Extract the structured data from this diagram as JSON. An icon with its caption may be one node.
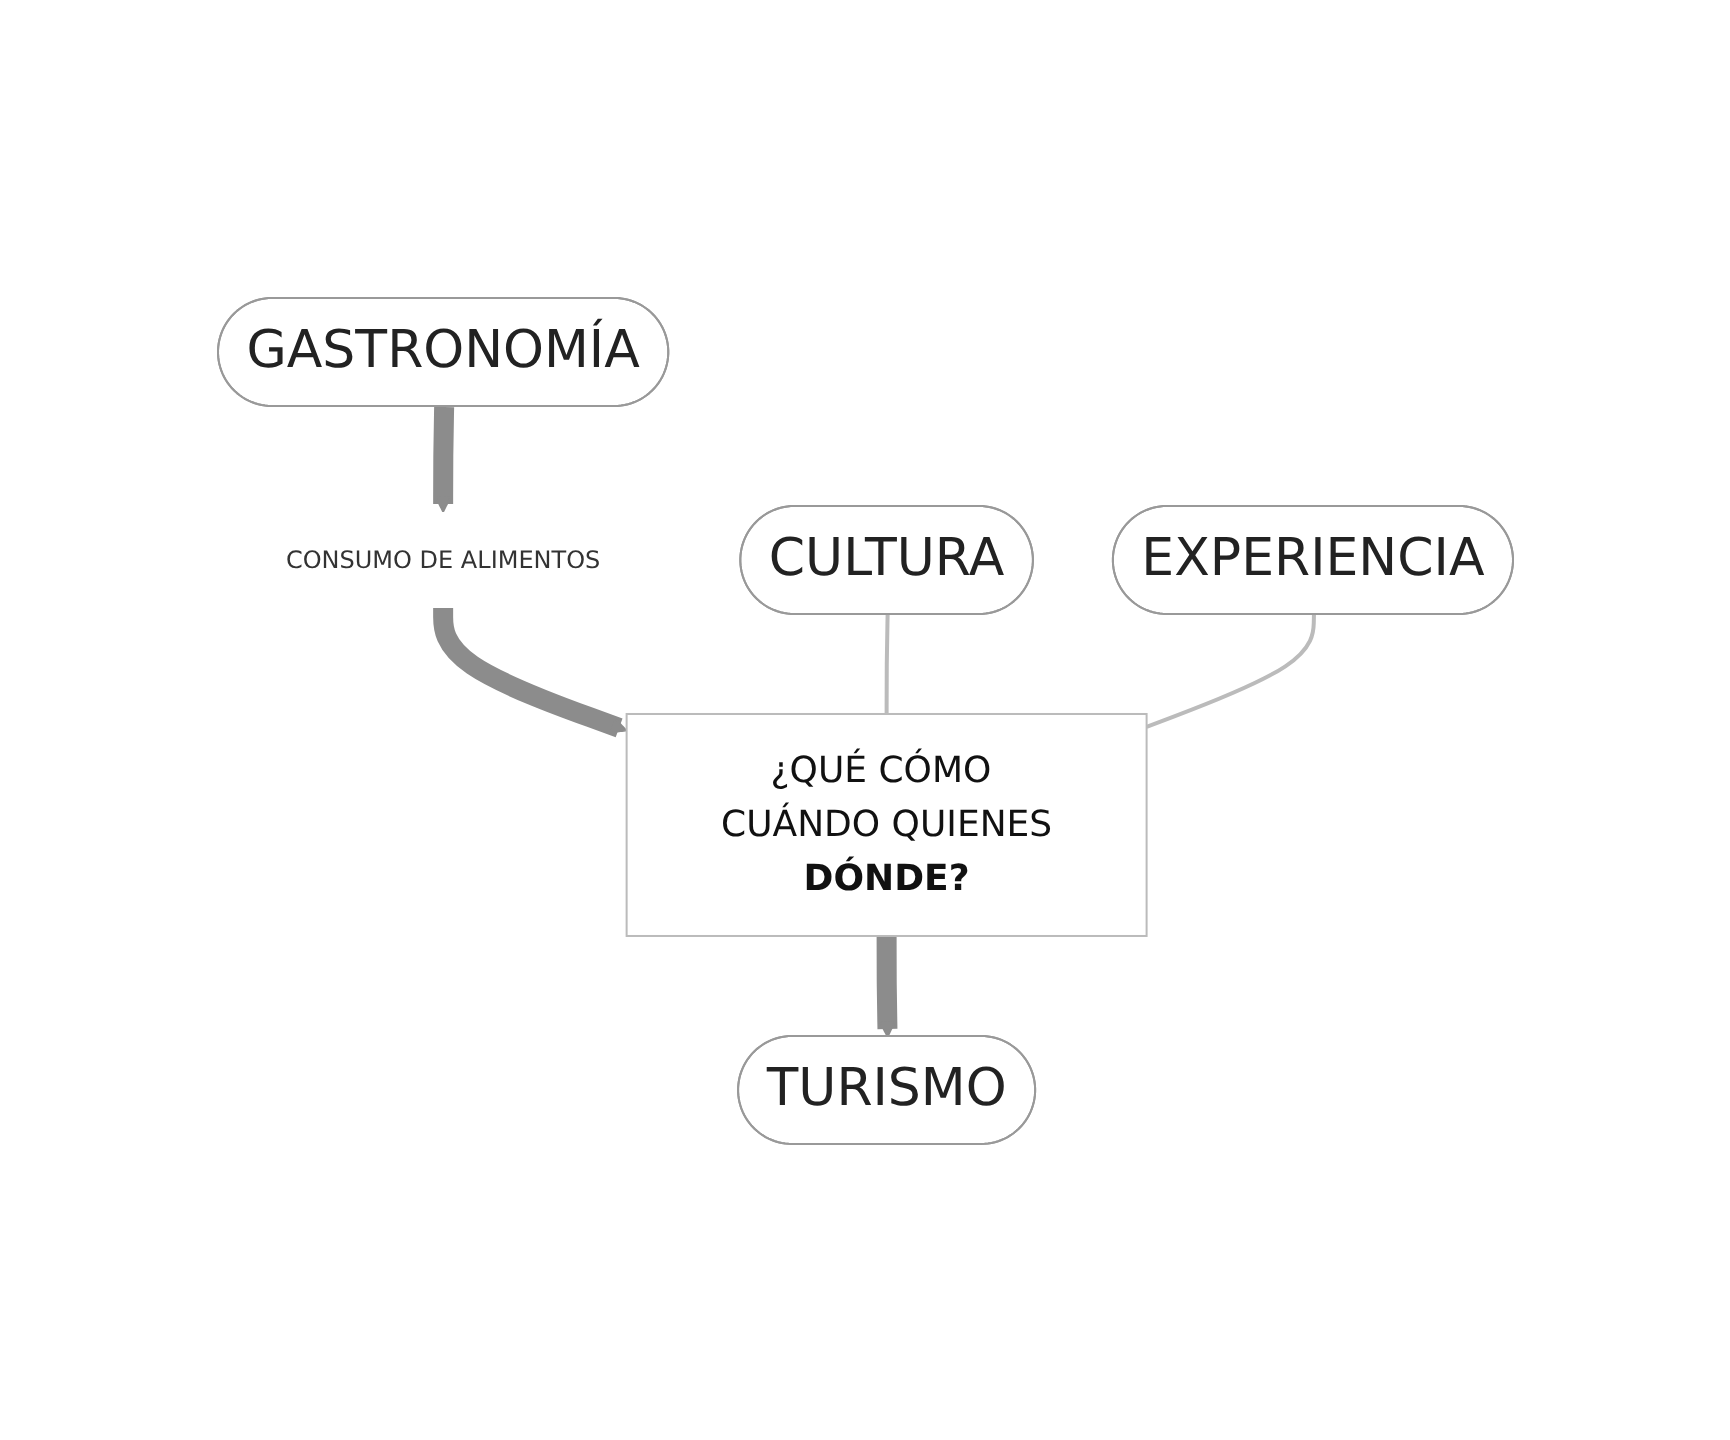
{
  "diagram": {
    "nodes": [
      {
        "text": [
          "GASTRONOMÍA"
        ]
      },
      {
        "text": [
          "CONSUMO DE ALIMENTOS"
        ]
      },
      {
        "text": [
          "CULTURA"
        ]
      },
      {
        "text": [
          "¿QUÉ CÓMO CUÁNDO QUIENES",
          "DÓNDE?"
        ]
      },
      {
        "text": [
          "EXPERIENCIA"
        ]
      },
      {
        "text": [
          "TURISMO"
        ]
      }
    ],
    "edges": [
      {
        "from": 0,
        "to": 1,
        "arrow": "to"
      },
      {
        "from": 1,
        "to": 3,
        "arrow": "to"
      },
      {
        "from": 2,
        "to": 3,
        "arrow": "none",
        "color": "#bbbbbb"
      },
      {
        "from": 4,
        "to": 3,
        "arrow": "none",
        "color": "#bbbbbb"
      },
      {
        "from": 3,
        "to": 5,
        "arrow": "to"
      }
    ]
  }
}
